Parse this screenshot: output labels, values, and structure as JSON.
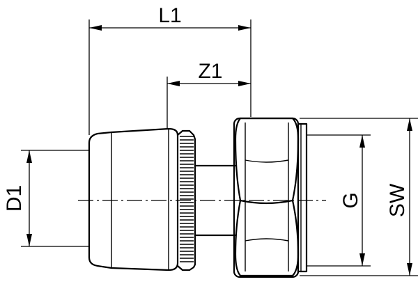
{
  "dimensions": {
    "l1": "L1",
    "z1": "Z1",
    "d1": "D1",
    "g": "G",
    "sw": "SW"
  }
}
